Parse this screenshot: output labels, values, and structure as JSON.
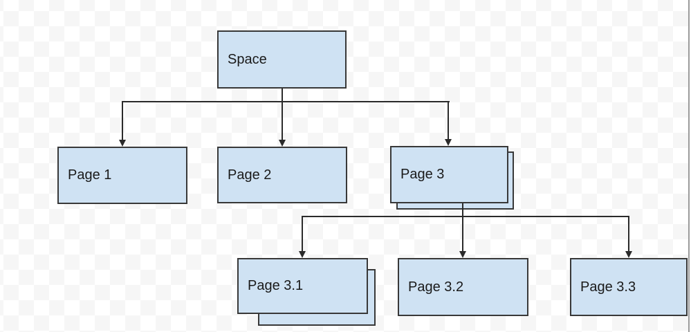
{
  "diagram": {
    "nodes": {
      "space": {
        "label": "Space",
        "stacked": false
      },
      "page1": {
        "label": "Page 1",
        "stacked": false
      },
      "page2": {
        "label": "Page 2",
        "stacked": false
      },
      "page3": {
        "label": "Page 3",
        "stacked": true
      },
      "page3_1": {
        "label": "Page 3.1",
        "stacked": true
      },
      "page3_2": {
        "label": "Page 3.2",
        "stacked": false
      },
      "page3_3": {
        "label": "Page 3.3",
        "stacked": false
      }
    },
    "edges": [
      {
        "from": "Space",
        "to": "Page 1"
      },
      {
        "from": "Space",
        "to": "Page 2"
      },
      {
        "from": "Space",
        "to": "Page 3"
      },
      {
        "from": "Page 3",
        "to": "Page 3.1"
      },
      {
        "from": "Page 3",
        "to": "Page 3.2"
      },
      {
        "from": "Page 3",
        "to": "Page 3.3"
      }
    ],
    "colors": {
      "node_fill": "#cfe2f3",
      "node_border": "#383838",
      "connector": "#2a2a2a",
      "text": "#1a1a1a",
      "checker_gray": "#f6f6f6",
      "canvas_bg": "#ffffff",
      "canvas_edge": "#9b9b9b"
    }
  }
}
